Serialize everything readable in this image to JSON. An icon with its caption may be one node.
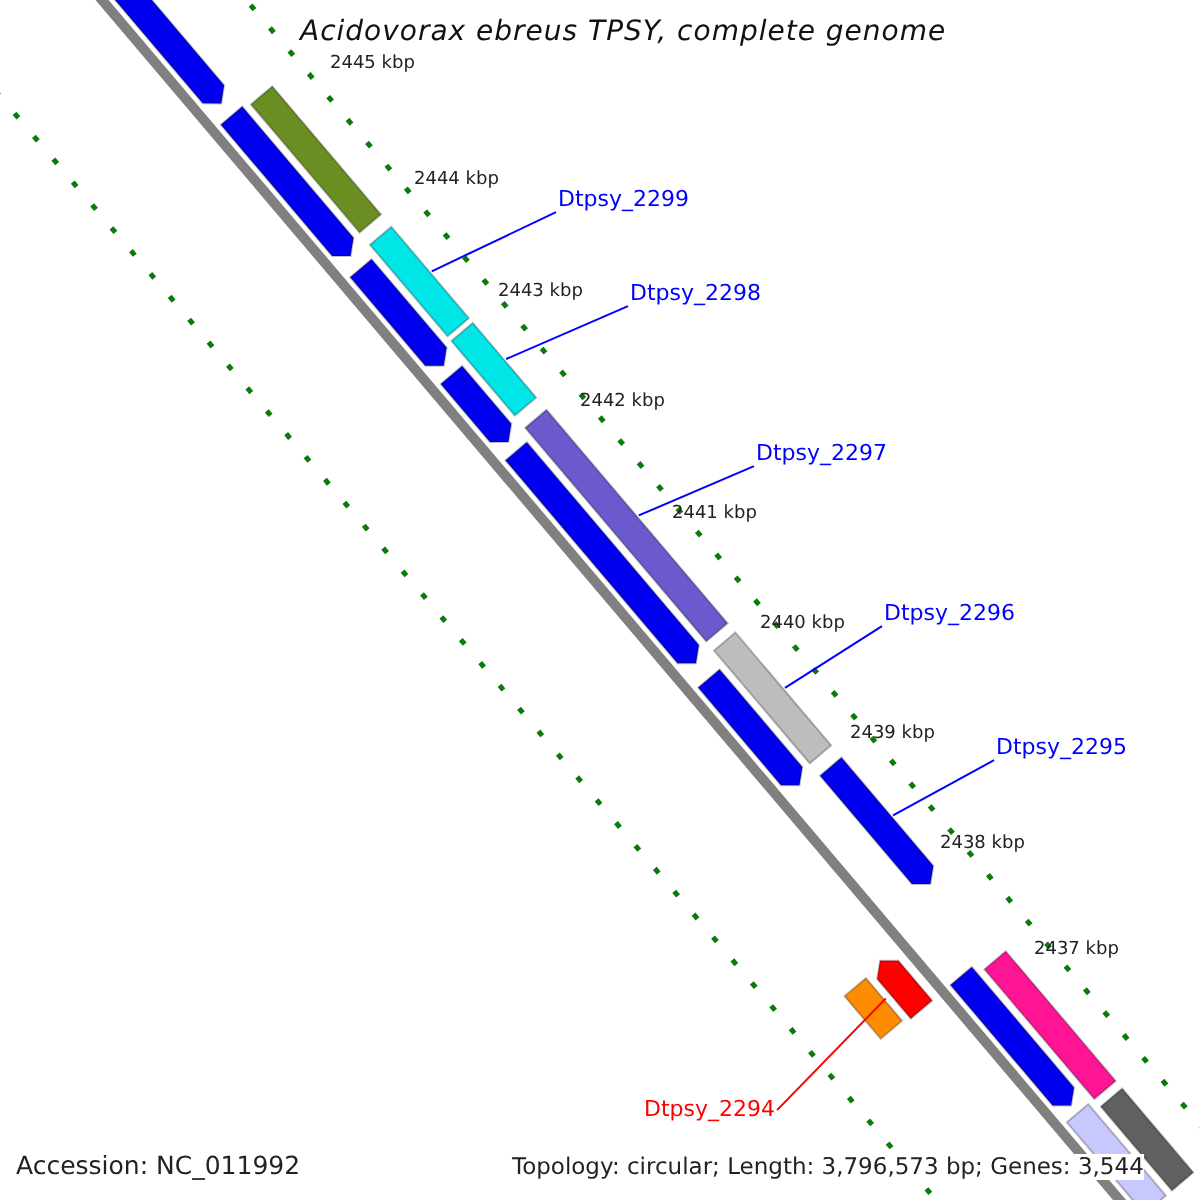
{
  "diagram": {
    "title": "Acidovorax ebreus TPSY, complete genome",
    "nodes": [
      {
        "text": [
          "Dtpsy_2299"
        ]
      },
      {
        "text": [
          "Dtpsy_2298"
        ]
      },
      {
        "text": [
          "Dtpsy_2297"
        ]
      },
      {
        "text": [
          "Dtpsy_2296"
        ]
      },
      {
        "text": [
          "Dtpsy_2295"
        ]
      },
      {
        "text": [
          "Dtpsy_2294"
        ]
      },
      {
        "text": [],
        "shape": "arrow"
      },
      {
        "text": [],
        "shape": "arrow"
      },
      {
        "text": [],
        "shape": "bar"
      },
      {
        "text": [],
        "shape": "bar"
      },
      {
        "text": [],
        "shape": "arrow"
      },
      {
        "text": [],
        "shape": "bar"
      },
      {
        "text": [],
        "shape": "arrow"
      },
      {
        "text": [],
        "shape": "bar"
      },
      {
        "text": [],
        "shape": "arrow"
      },
      {
        "text": [],
        "shape": "bar"
      },
      {
        "text": [],
        "shape": "arrow"
      },
      {
        "text": [],
        "shape": "arrow"
      },
      {
        "text": [],
        "shape": "arrow"
      },
      {
        "text": [],
        "shape": "bar"
      },
      {
        "text": [],
        "shape": "arrow"
      },
      {
        "text": [],
        "shape": "bar"
      },
      {
        "text": [],
        "shape": "bar"
      },
      {
        "text": [],
        "shape": "bar"
      }
    ],
    "edges": [
      {
        "from": 0,
        "to": 9,
        "arrow": "none"
      },
      {
        "from": 1,
        "to": 11,
        "arrow": "none"
      },
      {
        "from": 2,
        "to": 13,
        "arrow": "none"
      },
      {
        "from": 3,
        "to": 15,
        "arrow": "none"
      },
      {
        "from": 4,
        "to": 17,
        "arrow": "none"
      },
      {
        "from": 5,
        "to": 19,
        "arrow": "none",
        "color": "#ff0000"
      }
    ],
    "labels": [
      "2445 kbp",
      "2444 kbp",
      "2443 kbp",
      "2442 kbp",
      "2441 kbp",
      "2440 kbp",
      "2439 kbp",
      "2438 kbp",
      "2437 kbp",
      "Accession: NC_011992",
      "Topology: circular; Length: 3,796,573 bp; Genes: 3,544"
    ]
  }
}
